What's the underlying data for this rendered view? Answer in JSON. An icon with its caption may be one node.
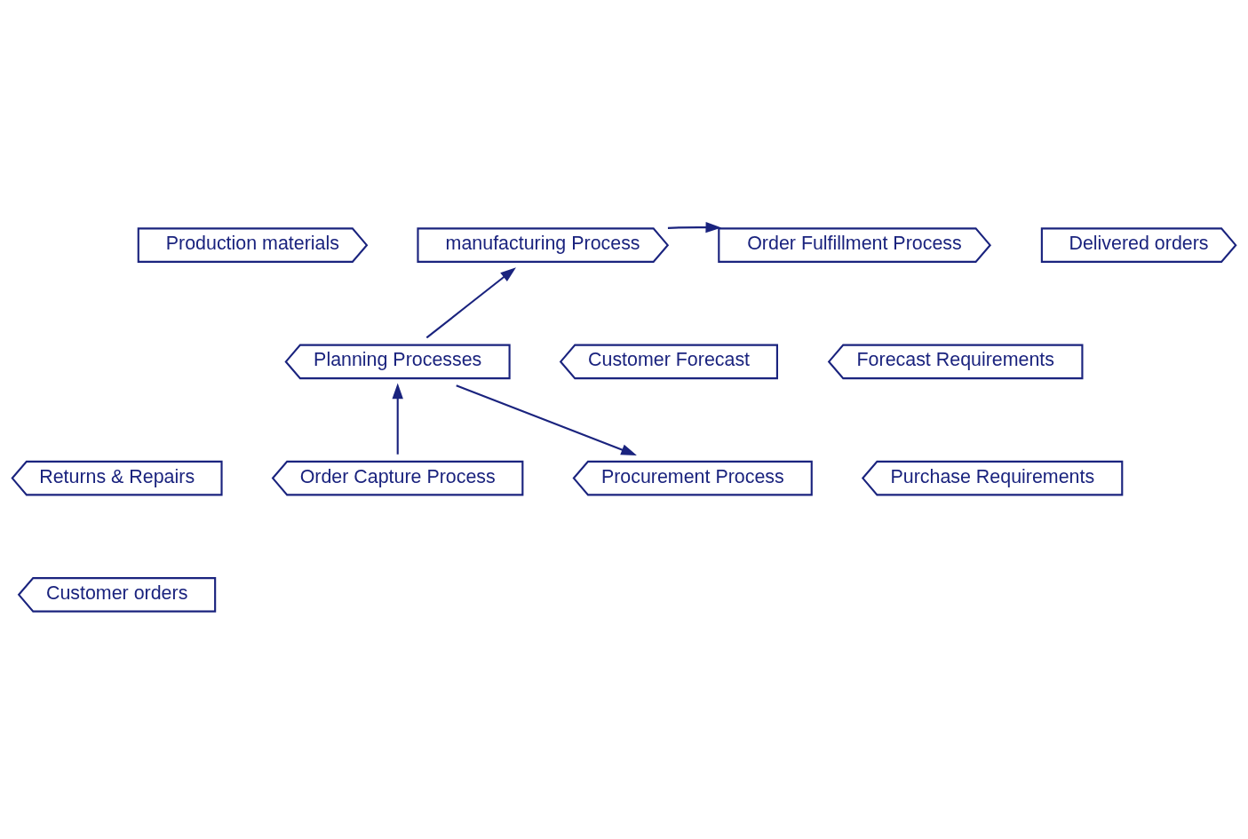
{
  "diagram": {
    "nodes": [
      {
        "text": [
          "Production materials"
        ]
      },
      {
        "text": [
          "manufacturing Process"
        ]
      },
      {
        "text": [
          "Order Fulfillment Process"
        ]
      },
      {
        "text": [
          "Delivered orders"
        ]
      },
      {
        "text": [
          "Planning Processes"
        ]
      },
      {
        "text": [
          "Customer Forecast"
        ]
      },
      {
        "text": [
          "Forecast Requirements"
        ]
      },
      {
        "text": [
          "Returns & Repairs"
        ]
      },
      {
        "text": [
          "Order Capture Process"
        ]
      },
      {
        "text": [
          "Procurement Process"
        ]
      },
      {
        "text": [
          "Purchase Requirements"
        ]
      },
      {
        "text": [
          "Customer orders"
        ]
      }
    ],
    "edges": [
      {
        "from": 1,
        "to": 2,
        "arrow": "to"
      },
      {
        "from": 4,
        "to": 1,
        "arrow": "to"
      },
      {
        "from": 4,
        "to": 9,
        "arrow": "to"
      },
      {
        "from": 8,
        "to": 4,
        "arrow": "to"
      }
    ]
  }
}
